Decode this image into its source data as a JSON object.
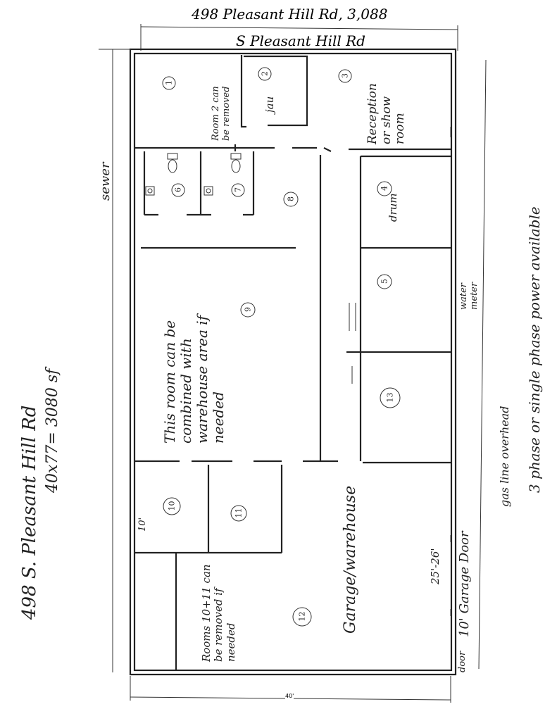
{
  "plan": {
    "address_side": "498 S. Pleasant Hill Rd",
    "area_calc": "40x77= 3080 sf",
    "top_address": "498 Pleasant Hill Rd, 3,088",
    "street": "S Pleasant Hill Rd",
    "sewer": "sewer",
    "water_meter": "water meter",
    "gas_line": "gas line overhead",
    "power": "3 phase or single phase power available",
    "dim_bottom": "40'",
    "dim_room10": "10'",
    "dim_garage": "25'-26'",
    "garage_door": "10' Garage Door",
    "door": "door"
  },
  "rooms": [
    {
      "num": "1"
    },
    {
      "num": "2",
      "note": "Room 2 can be removed",
      "extra": "jau"
    },
    {
      "num": "3",
      "note": "Reception or show room"
    },
    {
      "num": "4",
      "note": "drum"
    },
    {
      "num": "5"
    },
    {
      "num": "6"
    },
    {
      "num": "7"
    },
    {
      "num": "8"
    },
    {
      "num": "9",
      "note": "This room can be combined with warehouse area if needed"
    },
    {
      "num": "10"
    },
    {
      "num": "11"
    },
    {
      "num": "12",
      "note": "Garage/warehouse",
      "note2": "Rooms 10+11 can be removed if needed"
    },
    {
      "num": "13"
    }
  ]
}
